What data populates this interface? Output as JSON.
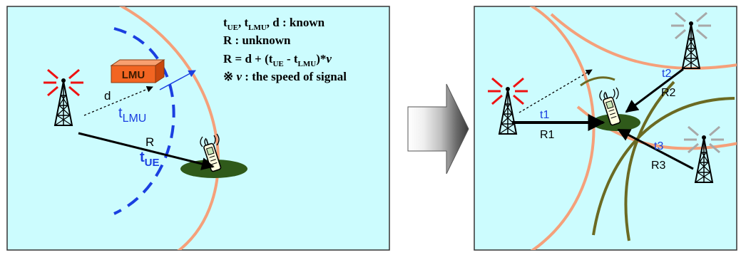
{
  "colors": {
    "panel_bg": "#ccfcfe",
    "panel_border": "#333333",
    "orange_arc": "#f5a07a",
    "olive_arc": "#6b6a22",
    "blue_dash": "#1a3fe0",
    "blue_text": "#1a3fe0",
    "lmu_fill": "#f26522",
    "ground": "#2f5a1a",
    "antenna_red": "#ee1111",
    "antenna_gray": "#a8a8a8"
  },
  "icons": {
    "base_station": "cell-tower-icon",
    "phone": "mobile-phone-icon",
    "lmu": "lmu-box-icon",
    "transition": "shaded-arrow-icon"
  },
  "left_panel": {
    "legend": {
      "line1": {
        "t": "t",
        "ue": "UE",
        "sep1": ", t",
        "lmu": "LMU",
        "rest": ", d : known"
      },
      "line2": "R : unknown",
      "line3": {
        "a": "R = d + (t",
        "ue": "UE",
        "b": " - t",
        "lmu": "LMU",
        "c": ")*",
        "v": "v"
      },
      "line4": {
        "mark": "※ ",
        "v": "v",
        "rest": " : the speed of signal"
      }
    },
    "lmu_label": "LMU",
    "d_label": "d",
    "t_lmu": {
      "t": "t",
      "sub": "LMU"
    },
    "r_label": "R",
    "t_ue": {
      "t": "t",
      "sub": "UE"
    }
  },
  "right_panel": {
    "t1": "t1",
    "r1": "R1",
    "t2": "t2",
    "r2": "R2",
    "t3": "t3",
    "r3": "R3"
  }
}
